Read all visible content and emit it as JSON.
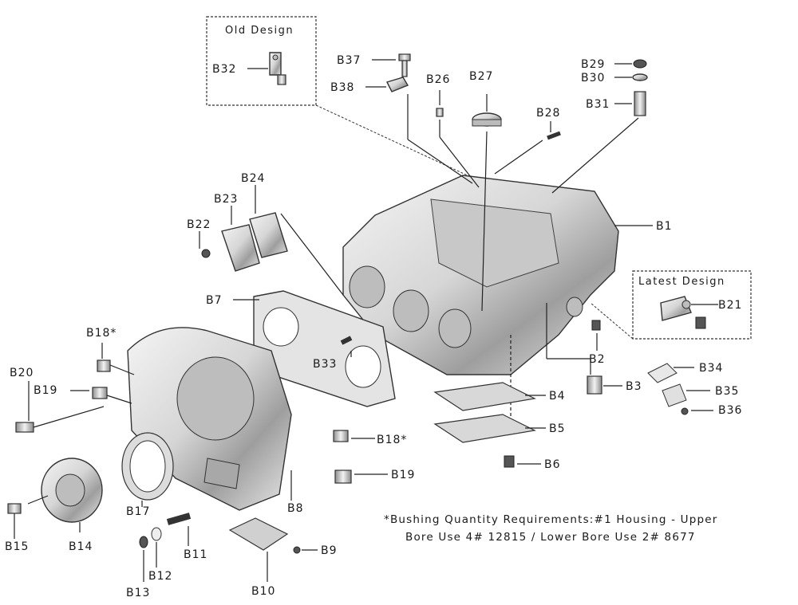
{
  "boxes": {
    "old_design": "Old Design",
    "latest_design": "Latest Design"
  },
  "labels": {
    "B1": "B1",
    "B2": "B2",
    "B3": "B3",
    "B4": "B4",
    "B5": "B5",
    "B6": "B6",
    "B7": "B7",
    "B8": "B8",
    "B9": "B9",
    "B10": "B10",
    "B11": "B11",
    "B12": "B12",
    "B13": "B13",
    "B14": "B14",
    "B15": "B15",
    "B17": "B17",
    "B18a": "B18*",
    "B18b": "B18*",
    "B19a": "B19",
    "B19b": "B19",
    "B20": "B20",
    "B21": "B21",
    "B22": "B22",
    "B23": "B23",
    "B24": "B24",
    "B26": "B26",
    "B27": "B27",
    "B28": "B28",
    "B29": "B29",
    "B30": "B30",
    "B31": "B31",
    "B32": "B32",
    "B33": "B33",
    "B34": "B34",
    "B35": "B35",
    "B36": "B36",
    "B37": "B37",
    "B38": "B38"
  },
  "note": {
    "line1": "*Bushing Quantity Requirements:#1 Housing - Upper",
    "line2": "Bore Use 4# 12815 / Lower Bore Use 2# 8677"
  }
}
